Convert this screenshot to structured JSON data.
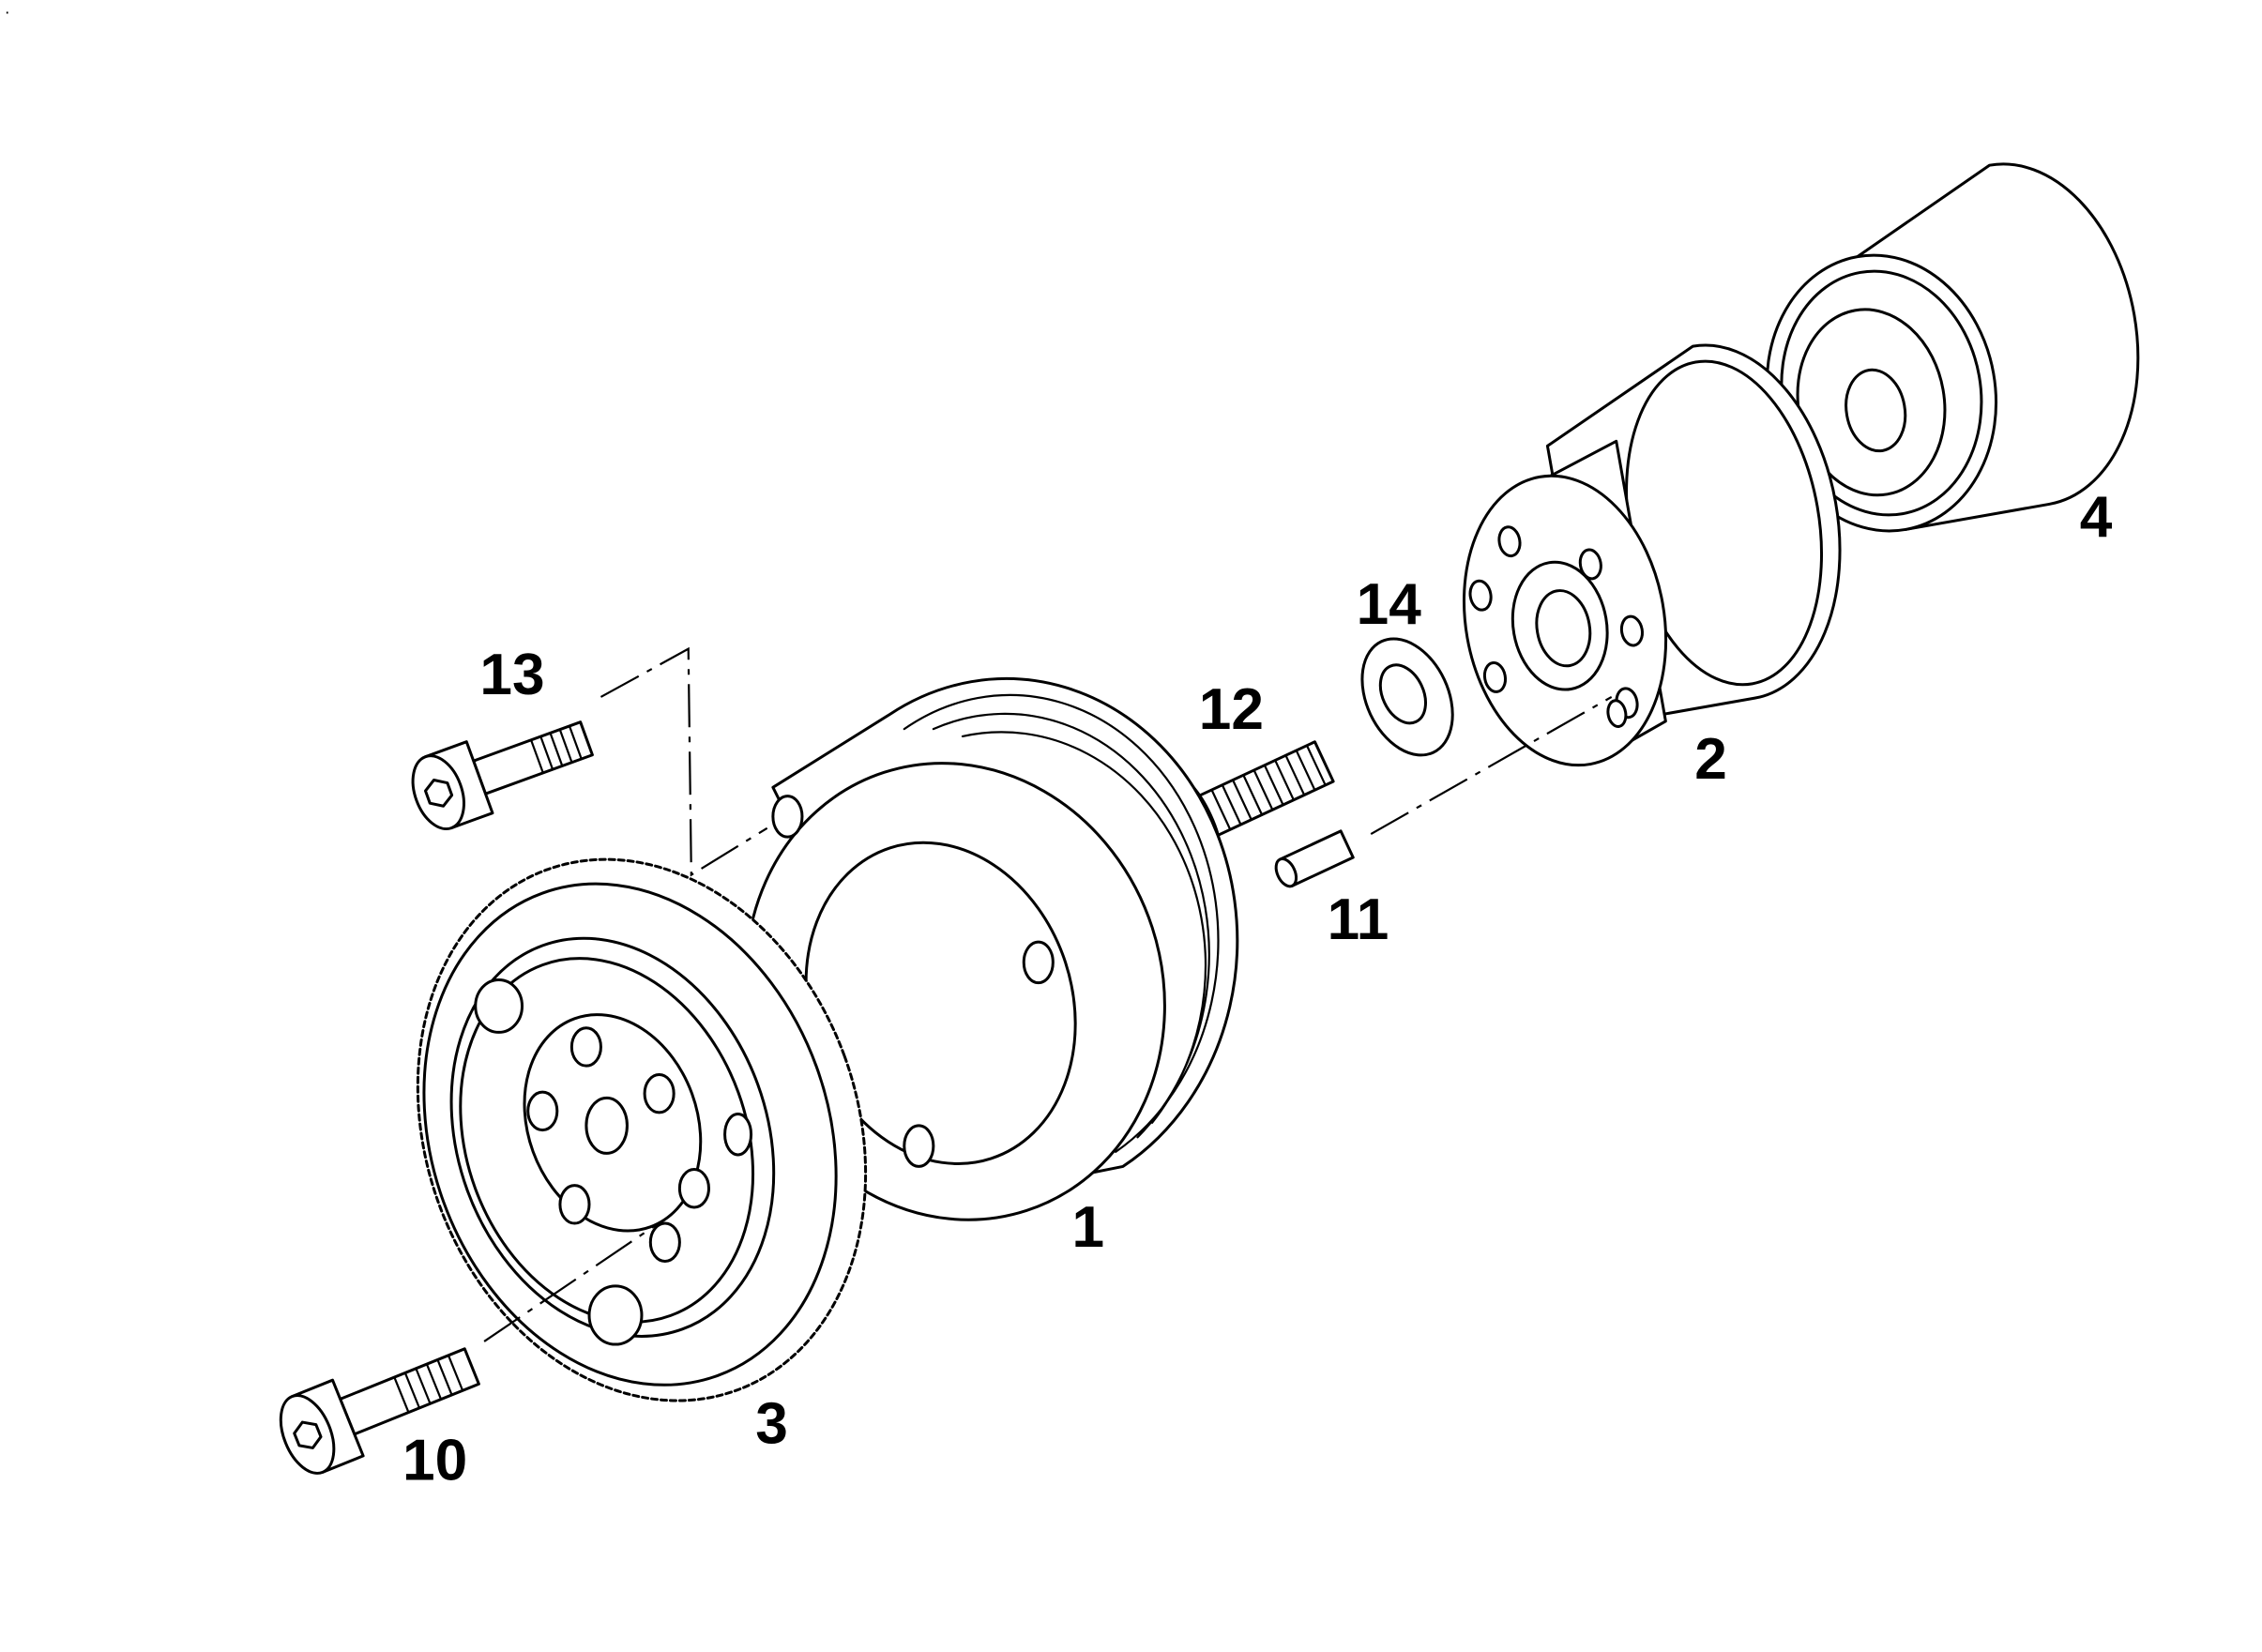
{
  "diagram": {
    "type": "exploded-parts-view",
    "corner_mark": "·",
    "callouts": [
      {
        "id": "callout-1",
        "label": "1"
      },
      {
        "id": "callout-2",
        "label": "2"
      },
      {
        "id": "callout-3",
        "label": "3"
      },
      {
        "id": "callout-4",
        "label": "4"
      },
      {
        "id": "callout-10",
        "label": "10"
      },
      {
        "id": "callout-11",
        "label": "11"
      },
      {
        "id": "callout-12",
        "label": "12"
      },
      {
        "id": "callout-13",
        "label": "13"
      },
      {
        "id": "callout-14",
        "label": "14"
      }
    ]
  }
}
